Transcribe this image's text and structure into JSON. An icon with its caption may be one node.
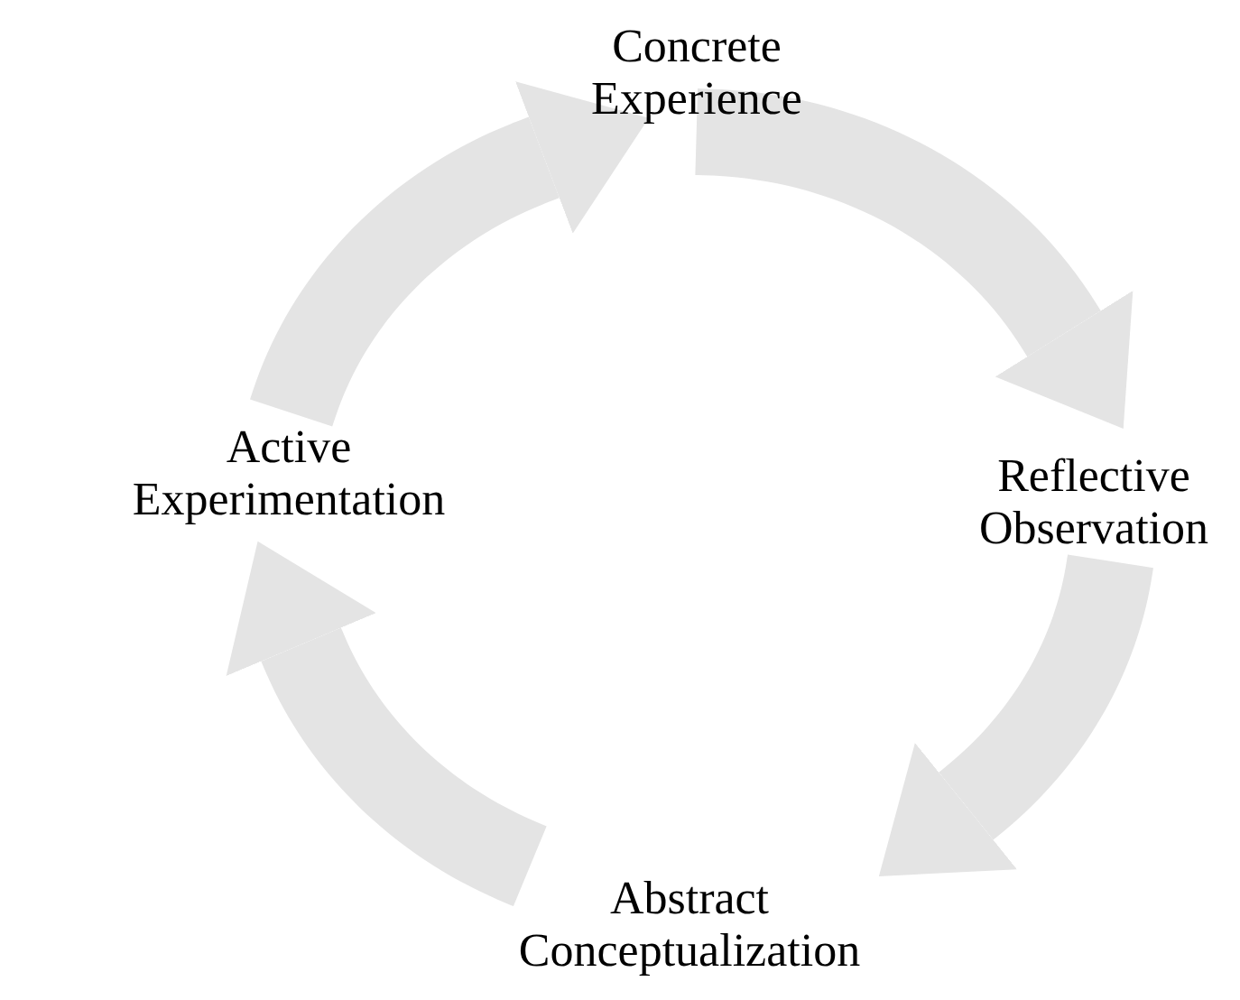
{
  "diagram": {
    "nodes": [
      {
        "text": [
          "Concrete Experience"
        ]
      },
      {
        "text": [
          "Reflective Observation"
        ]
      },
      {
        "text": [
          "Abstract Conceptualization"
        ]
      },
      {
        "text": [
          "Active Experimentation"
        ]
      }
    ],
    "edges": [
      {
        "from": 0,
        "to": 1,
        "arrow": "to"
      },
      {
        "from": 1,
        "to": 2,
        "arrow": "to"
      },
      {
        "from": 2,
        "to": 3,
        "arrow": "to"
      },
      {
        "from": 3,
        "to": 0,
        "arrow": "to"
      }
    ]
  }
}
